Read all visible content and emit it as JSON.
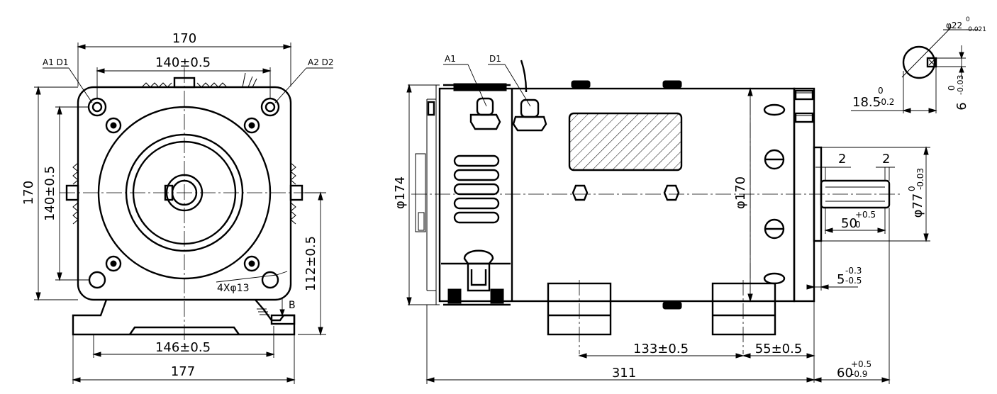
{
  "labels": {
    "front_a1d1": "A1 D1",
    "front_a2d2": "A2 D2",
    "side_a1": "A1",
    "side_d1": "D1",
    "b_mark": "B"
  },
  "dimensions": {
    "front_width_170": "170",
    "front_hole_140": "140±0.5",
    "front_height_170": "170",
    "front_hole_v140": "140±0.5",
    "front_shaft_height": "112±0.5",
    "front_holes": "4Xφ13",
    "front_foot_146": "146±0.5",
    "front_base_177": "177",
    "side_dia_174": "φ174",
    "side_dia_170": "φ170",
    "side_foot_133": "133±0.5",
    "side_foot_55": "55±0.5",
    "side_length_311": "311",
    "shaft_60": "60",
    "shaft_60_tol_up": "+0.5",
    "shaft_60_tol_dn": "-0.9",
    "shaft_5": "5",
    "shaft_5_tol_up": "-0.3",
    "shaft_5_tol_dn": "-0.5",
    "shaft_50": "50",
    "shaft_50_tol_up": "+0.5",
    "shaft_50_tol_dn": "0",
    "shaft_2_left": "2",
    "shaft_2_right": "2",
    "shaft_dia_77": "φ77",
    "shaft_dia_77_tol_up": "0",
    "shaft_dia_77_tol_dn": "-0.03",
    "key_dia_22": "φ22",
    "key_dia_22_tol_up": "0",
    "key_dia_22_tol_dn": "-0.021",
    "key_18_5": "18.5",
    "key_18_5_tol_up": "0",
    "key_18_5_tol_dn": "-0.2",
    "key_6": "6",
    "key_6_tol_up": "0",
    "key_6_tol_dn": "-0.03"
  }
}
